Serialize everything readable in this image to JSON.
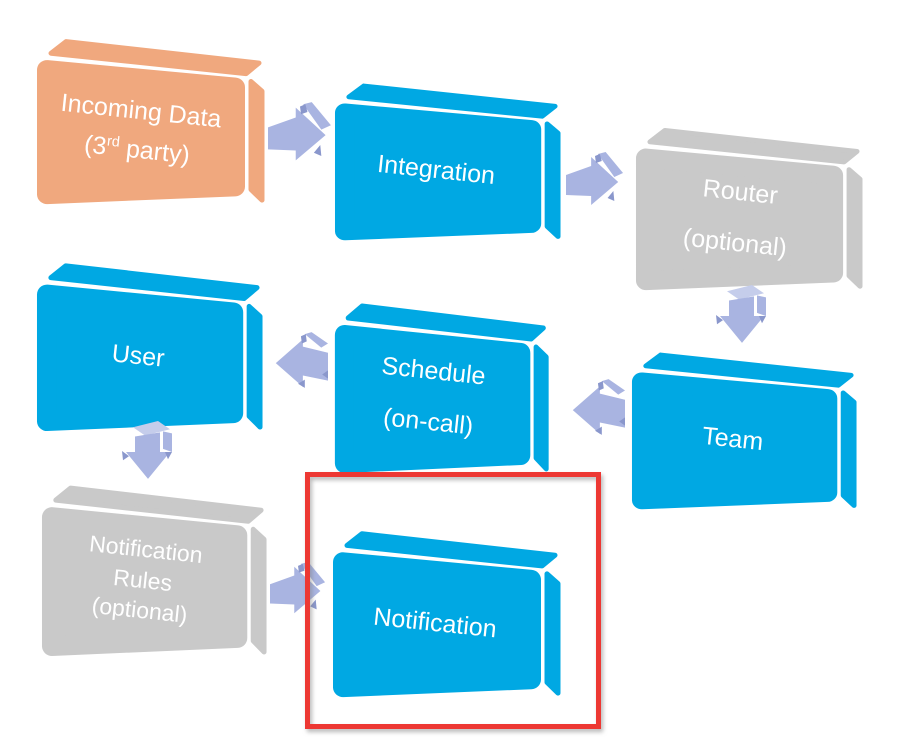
{
  "colors": {
    "node_orange": "#F0A87E",
    "node_blue": "#00A8E3",
    "node_gray": "#C9C9C9",
    "label_text": "#FFFFFF",
    "arrow_light": "#A9B4E1",
    "arrow_dark": "#8A97CC",
    "arrow_top_face": "#C5CDEB",
    "highlight_red": "#ED3833",
    "background": "#FFFFFF"
  },
  "nodes": {
    "incoming_data": {
      "line1": "Incoming Data",
      "line2_pre": "(3",
      "line2_sup": "rd",
      "line2_post": " party)",
      "color": "orange"
    },
    "integration": {
      "line1": "Integration",
      "color": "blue"
    },
    "router": {
      "line1": "Router",
      "line2": "(optional)",
      "color": "gray"
    },
    "team": {
      "line1": "Team",
      "color": "blue"
    },
    "schedule": {
      "line1": "Schedule",
      "line2": "(on-call)",
      "color": "blue"
    },
    "user": {
      "line1": "User",
      "color": "blue"
    },
    "notification_rules": {
      "line1": "Notification",
      "line2": "Rules",
      "line3": "(optional)",
      "color": "gray"
    },
    "notification": {
      "line1": "Notification",
      "color": "blue"
    }
  },
  "flow": [
    {
      "from": "incoming_data",
      "to": "integration",
      "direction": "right"
    },
    {
      "from": "integration",
      "to": "router",
      "direction": "right"
    },
    {
      "from": "router",
      "to": "team",
      "direction": "down"
    },
    {
      "from": "team",
      "to": "schedule",
      "direction": "left"
    },
    {
      "from": "schedule",
      "to": "user",
      "direction": "left"
    },
    {
      "from": "user",
      "to": "notification_rules",
      "direction": "down"
    },
    {
      "from": "notification_rules",
      "to": "notification",
      "direction": "right"
    }
  ],
  "highlight": {
    "target": "notification",
    "shape": "rectangle-outline"
  }
}
